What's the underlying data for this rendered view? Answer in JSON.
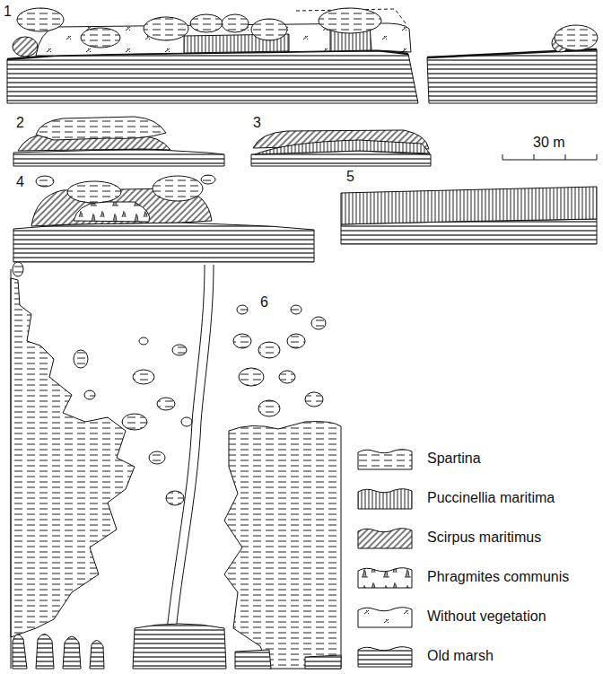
{
  "diagram": {
    "labels": [
      "1",
      "2",
      "3",
      "4",
      "5",
      "6",
      "30 m"
    ],
    "legend": [
      {
        "text": "Spartina"
      },
      {
        "text": "Puccinellia maritima"
      },
      {
        "text": "Scirpus maritimus"
      },
      {
        "text": "Phragmites communis"
      },
      {
        "text": "Without vegetation"
      },
      {
        "text": "Old marsh"
      }
    ]
  }
}
